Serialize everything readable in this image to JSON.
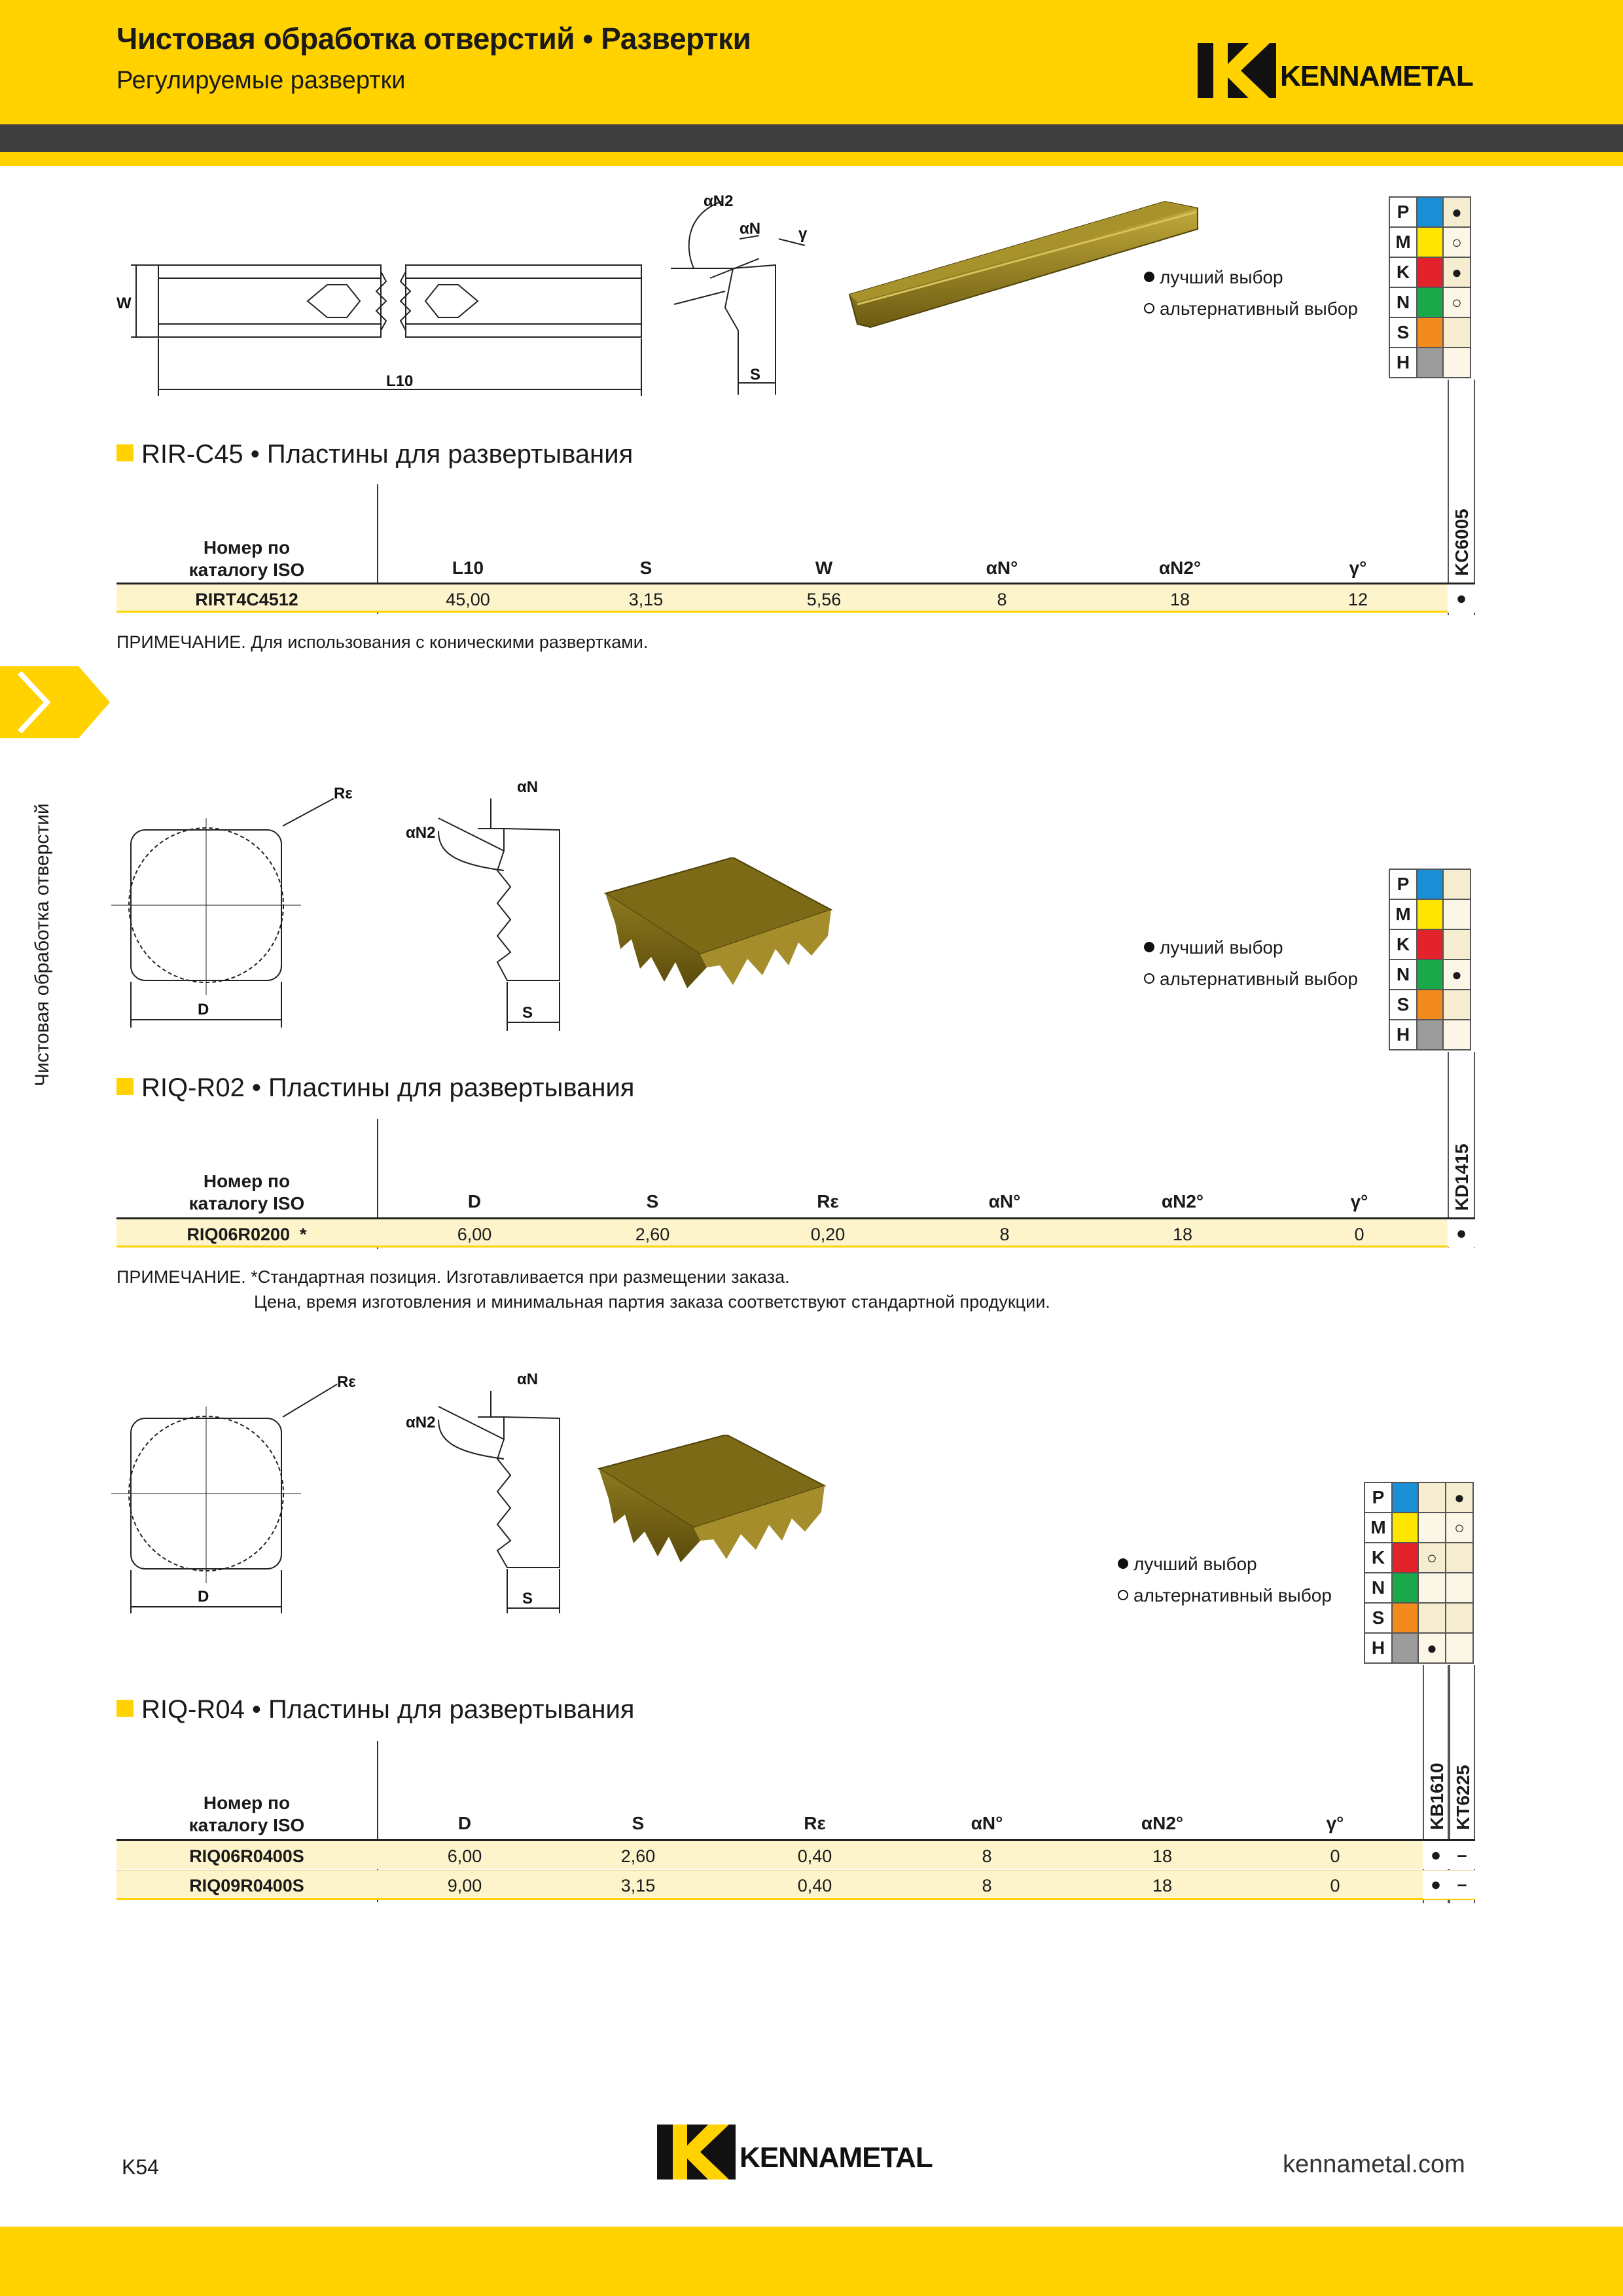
{
  "header": {
    "title": "Чистовая обработка отверстий • Развертки",
    "subtitle": "Регулируемые развертки",
    "brand": "KENNAMETAL"
  },
  "side_tab": {
    "label": "Чистовая обработка отверстий"
  },
  "legend": {
    "best": "лучший выбор",
    "alt": "альтернативный выбор"
  },
  "materials": [
    "P",
    "M",
    "K",
    "N",
    "S",
    "H"
  ],
  "material_colors": {
    "P": "#1a8fd6",
    "M": "#ffe600",
    "K": "#e3232c",
    "N": "#1aa84a",
    "S": "#f28a1e",
    "H": "#9c9c9c"
  },
  "sections": [
    {
      "title": "RIR-C45 • Пластины для развертывания",
      "dims": {
        "angle_n2": "αN2",
        "angle_n": "αN",
        "gamma": "γ",
        "w": "W",
        "l10": "L10",
        "s": "S"
      },
      "grades": [
        "KC6005"
      ],
      "applicability": {
        "KC6005": [
          "●",
          "○",
          "●",
          "○",
          "",
          ""
        ]
      },
      "columns": [
        "Номер по каталогу ISO",
        "L10",
        "S",
        "W",
        "αN°",
        "αN2°",
        "γ°"
      ],
      "rows": [
        {
          "iso": "RIRT4C4512",
          "values": [
            "45,00",
            "3,15",
            "5,56",
            "8",
            "18",
            "12"
          ],
          "grades": [
            "●"
          ]
        }
      ],
      "note": [
        "ПРИМЕЧАНИЕ. Для использования с коническими развертками."
      ]
    },
    {
      "title": "RIQ-R02 • Пластины для развертывания",
      "dims": {
        "re": "Rε",
        "angle_n": "αN",
        "angle_n2": "αN2",
        "d": "D",
        "s": "S"
      },
      "grades": [
        "KD1415"
      ],
      "applicability": {
        "KD1415": [
          "",
          "",
          "",
          "●",
          "",
          ""
        ]
      },
      "columns": [
        "Номер по каталогу ISO",
        "D",
        "S",
        "Rε",
        "αN°",
        "αN2°",
        "γ°"
      ],
      "rows": [
        {
          "iso": "RIQ06R0200  *",
          "values": [
            "6,00",
            "2,60",
            "0,20",
            "8",
            "18",
            "0"
          ],
          "grades": [
            "●"
          ]
        }
      ],
      "note": [
        "ПРИМЕЧАНИЕ. *Стандартная позиция. Изготавливается при размещении заказа.",
        "Цена, время изготовления и минимальная партия заказа соответствуют стандартной продукции."
      ]
    },
    {
      "title": "RIQ-R04 • Пластины для развертывания",
      "dims": {
        "re": "Rε",
        "angle_n": "αN",
        "angle_n2": "αN2",
        "d": "D",
        "s": "S"
      },
      "grades": [
        "KB1610",
        "KT6225"
      ],
      "applicability": {
        "KB1610": [
          "",
          "",
          "○",
          "",
          "",
          "●"
        ],
        "KT6225": [
          "●",
          "○",
          "",
          "",
          "",
          ""
        ]
      },
      "columns": [
        "Номер по каталогу ISO",
        "D",
        "S",
        "Rε",
        "αN°",
        "αN2°",
        "γ°"
      ],
      "rows": [
        {
          "iso": "RIQ06R0400S",
          "values": [
            "6,00",
            "2,60",
            "0,40",
            "8",
            "18",
            "0"
          ],
          "grades": [
            "●",
            "–"
          ]
        },
        {
          "iso": "RIQ09R0400S",
          "values": [
            "9,00",
            "3,15",
            "0,40",
            "8",
            "18",
            "0"
          ],
          "grades": [
            "●",
            "–"
          ]
        }
      ],
      "note": []
    }
  ],
  "footer": {
    "page": "K54",
    "url": "kennametal.com",
    "brand": "KENNAMETAL"
  }
}
